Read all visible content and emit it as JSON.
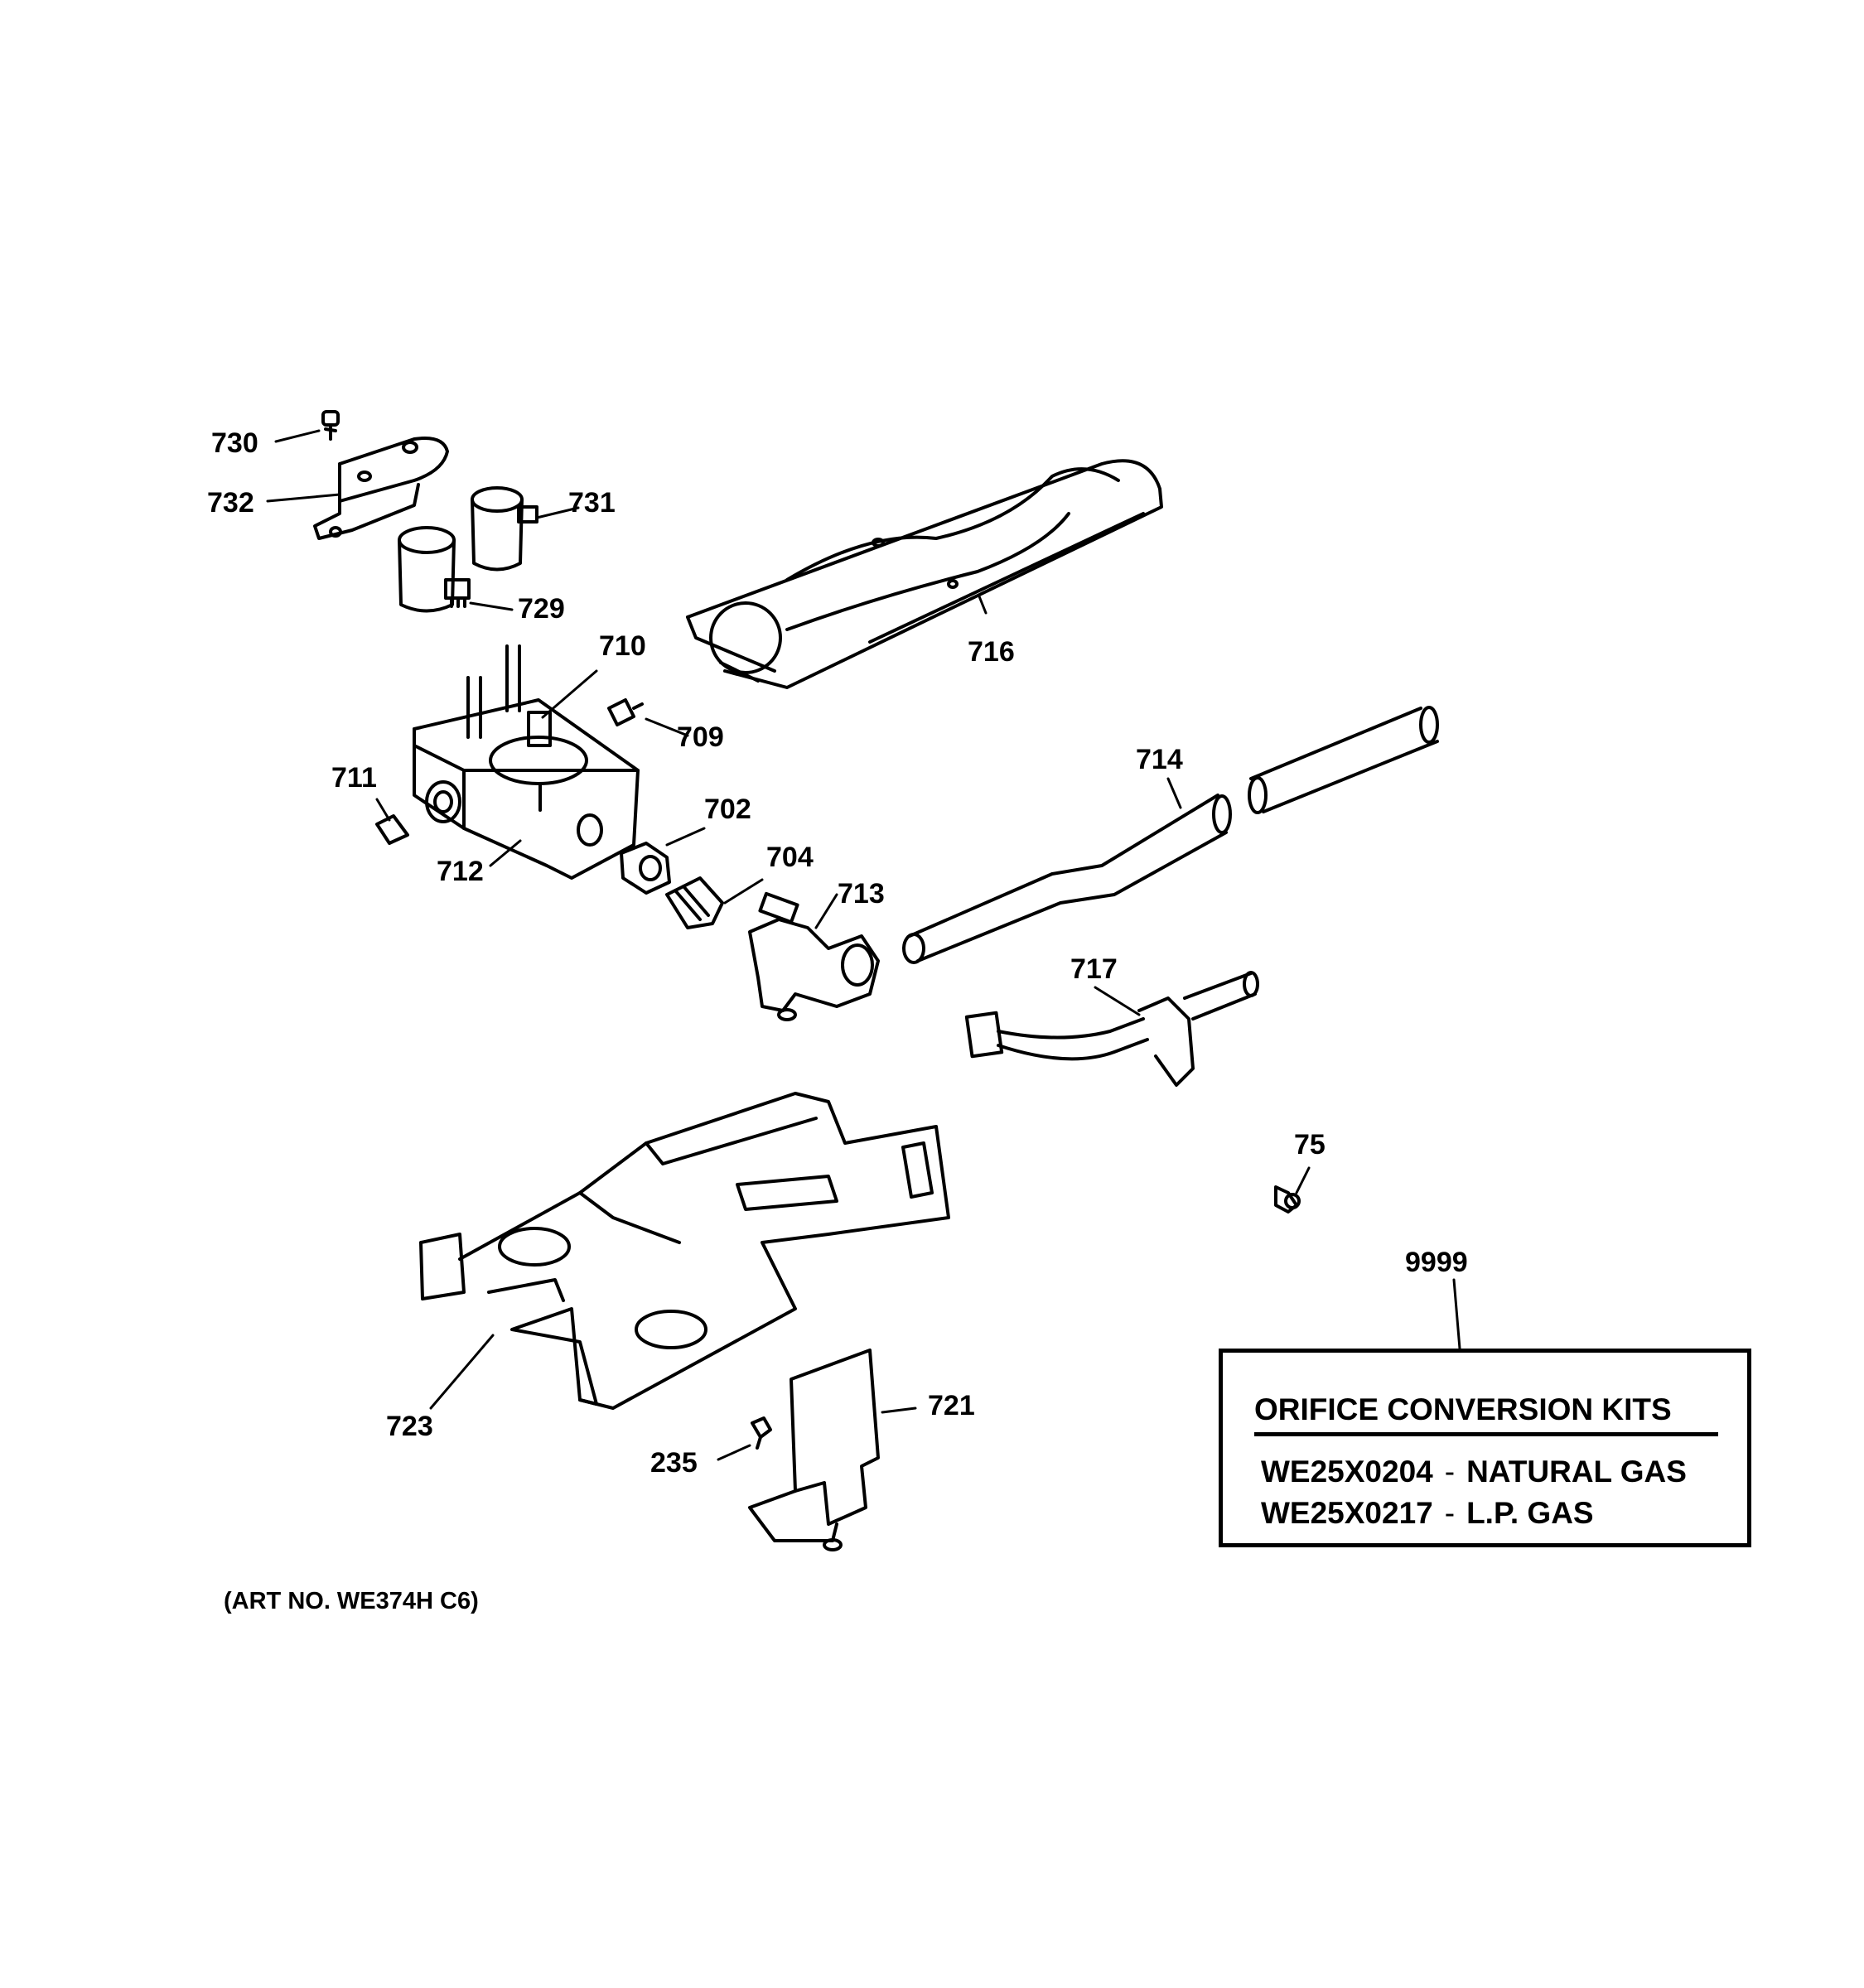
{
  "callouts": [
    {
      "id": "730",
      "text": "730"
    },
    {
      "id": "732",
      "text": "732"
    },
    {
      "id": "731",
      "text": "731"
    },
    {
      "id": "729",
      "text": "729"
    },
    {
      "id": "710",
      "text": "710"
    },
    {
      "id": "709",
      "text": "709"
    },
    {
      "id": "711",
      "text": "711"
    },
    {
      "id": "712",
      "text": "712"
    },
    {
      "id": "702",
      "text": "702"
    },
    {
      "id": "704",
      "text": "704"
    },
    {
      "id": "713",
      "text": "713"
    },
    {
      "id": "716",
      "text": "716"
    },
    {
      "id": "714",
      "text": "714"
    },
    {
      "id": "717",
      "text": "717"
    },
    {
      "id": "75",
      "text": "75"
    },
    {
      "id": "9999",
      "text": "9999"
    },
    {
      "id": "723",
      "text": "723"
    },
    {
      "id": "721",
      "text": "721"
    },
    {
      "id": "235",
      "text": "235"
    }
  ],
  "kit_box": {
    "title": "ORIFICE CONVERSION KITS",
    "rows": [
      {
        "part": "WE25X0204",
        "separator": "-",
        "description": "NATURAL GAS"
      },
      {
        "part": "WE25X0217",
        "separator": "-",
        "description": "L.P. GAS"
      }
    ]
  },
  "art_number": "(ART NO. WE374H C6)"
}
